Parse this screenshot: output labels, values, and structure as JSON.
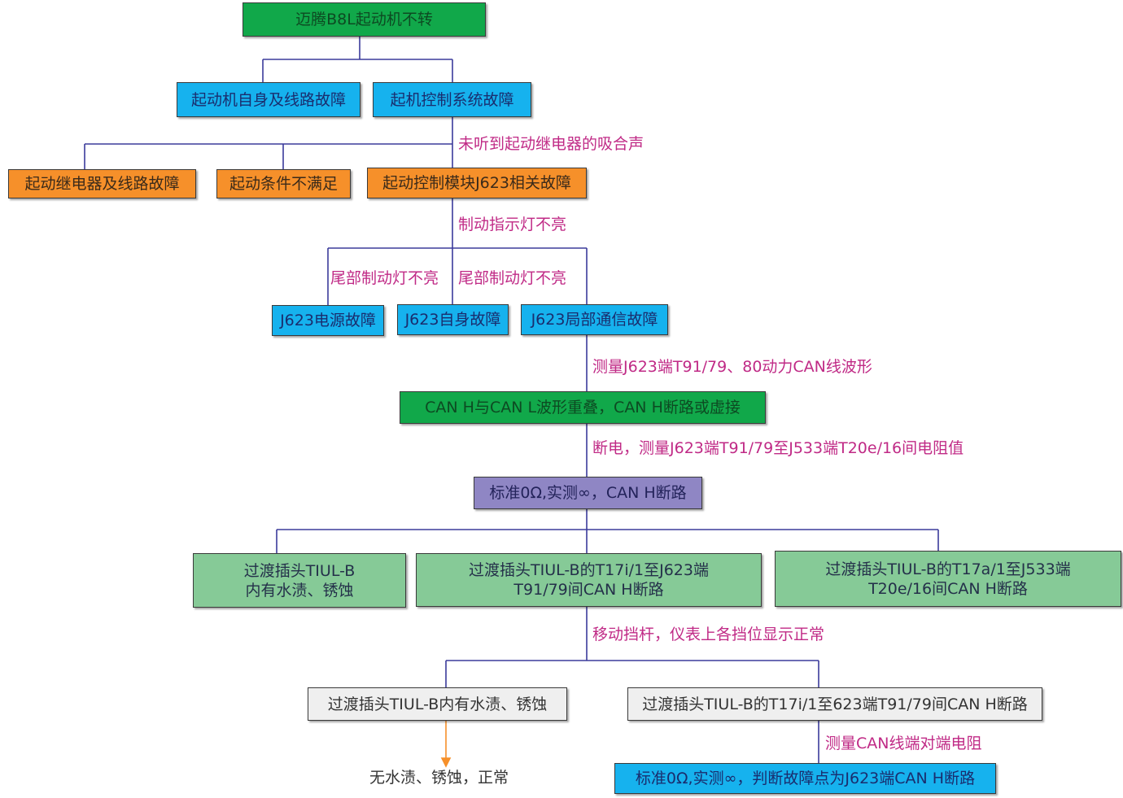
{
  "nodes": {
    "root": "迈腾B8L起动机不转",
    "starter_fault": "起动机自身及线路故障",
    "control_fault": "起机控制系统故障",
    "relay_fault": "起动继电器及线路故障",
    "condition_fault": "起动条件不满足",
    "j623_fault": "起动控制模块J623相关故障",
    "j623_power": "J623电源故障",
    "j623_self": "J623自身故障",
    "j623_comm": "J623局部通信故障",
    "can_overlap": "CAN H与CAN L波形重叠，CAN H断路或虚接",
    "measure_result": "标准0Ω,实测∞，CAN H断路",
    "tiul_corrosion_1": "过渡插头TIUL-B",
    "tiul_corrosion_2": "内有水渍、锈蚀",
    "tiul_t17i_1": "过渡插头TIUL-B的T17i/1至J623端",
    "tiul_t17i_2": "T91/79间CAN H断路",
    "tiul_t17a_1": "过渡插头TIUL-B的T17a/1至J533端",
    "tiul_t17a_2": "T20e/16间CAN H断路",
    "bottom_corrosion": "过渡插头TIUL-B内有水渍、锈蚀",
    "bottom_break": "过渡插头TIUL-B的T17i/1至623端T91/79间CAN H断路",
    "final_result": "标准0Ω,实测∞，判断故障点为J623端CAN H断路"
  },
  "labels": {
    "no_click": "未听到起动继电器的吸合声",
    "brake_light": "制动指示灯不亮",
    "tail_light_1": "尾部制动灯不亮",
    "tail_light_2": "尾部制动灯不亮",
    "measure_wave": "测量J623端T91/79、80动力CAN线波形",
    "power_off": "断电，测量J623端T91/79至J533端T20e/16间电阻值",
    "move_lever": "移动挡杆，仪表上各挡位显示正常",
    "measure_can": "测量CAN线端对端电阻"
  },
  "outcome": "无水渍、锈蚀，正常",
  "colors": {
    "connector": "#3b3b9b",
    "label_text": "#c02a86",
    "arrow": "#f6902a"
  }
}
